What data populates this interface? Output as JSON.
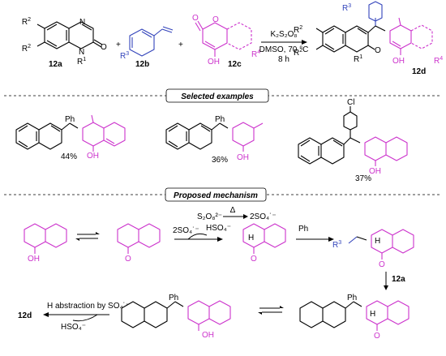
{
  "general": {
    "r2a": "R",
    "r2a_sup": "2",
    "r2b": "R",
    "r2b_sup": "2",
    "r1": "R",
    "r1_sup": "1",
    "r3": "R",
    "r3_sup": "3",
    "r4": "R",
    "r4_sup": "4",
    "n": "N",
    "o": "O",
    "oh": "OH",
    "plus": "+",
    "label_12a": "12a",
    "label_12b": "12b",
    "label_12c": "12c",
    "label_12d": "12d",
    "cond1": "K₂S₂O₈",
    "cond2": "DMSO, 70 °C",
    "cond3": "8 h"
  },
  "examples": {
    "banner": "Selected examples",
    "ph": "Ph",
    "cl": "Cl",
    "yield1": "44%",
    "yield2": "36%",
    "yield3": "37%"
  },
  "mechanism": {
    "banner": "Proposed mechanism",
    "persulfate": "S₂O₈²⁻",
    "delta": "Δ",
    "sulfate_radical": "2SO₄˙⁻",
    "reagent_2so4": "2SO₄˙⁻",
    "hso4": "HSO₄⁻",
    "ph": "Ph",
    "h": "H",
    "r3": "R",
    "r3_sup": "3",
    "label_12a": "12a",
    "label_12d": "12d",
    "habs": "H abstraction by SO₄˙⁻",
    "hso4_2": "HSO₄⁻"
  },
  "colors": {
    "coumarin": "#cc33cc",
    "styrene": "#3344bb"
  }
}
